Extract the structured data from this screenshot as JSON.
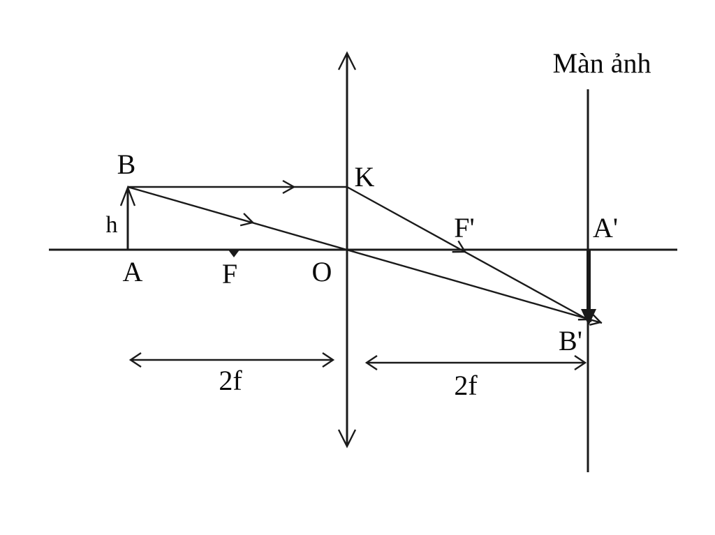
{
  "diagram": {
    "screen_title": "Màn ảnh",
    "labels": {
      "object_top": "B",
      "object_height": "h",
      "object_base": "A",
      "focal_left": "F",
      "optical_center": "O",
      "lens_hit_point": "K",
      "focal_right": "F'",
      "image_base": "A'",
      "image_tip": "B'",
      "distance_left": "2f",
      "distance_right": "2f"
    },
    "colors": {
      "line": "#1a1a1a",
      "background": "#ffffff"
    }
  }
}
